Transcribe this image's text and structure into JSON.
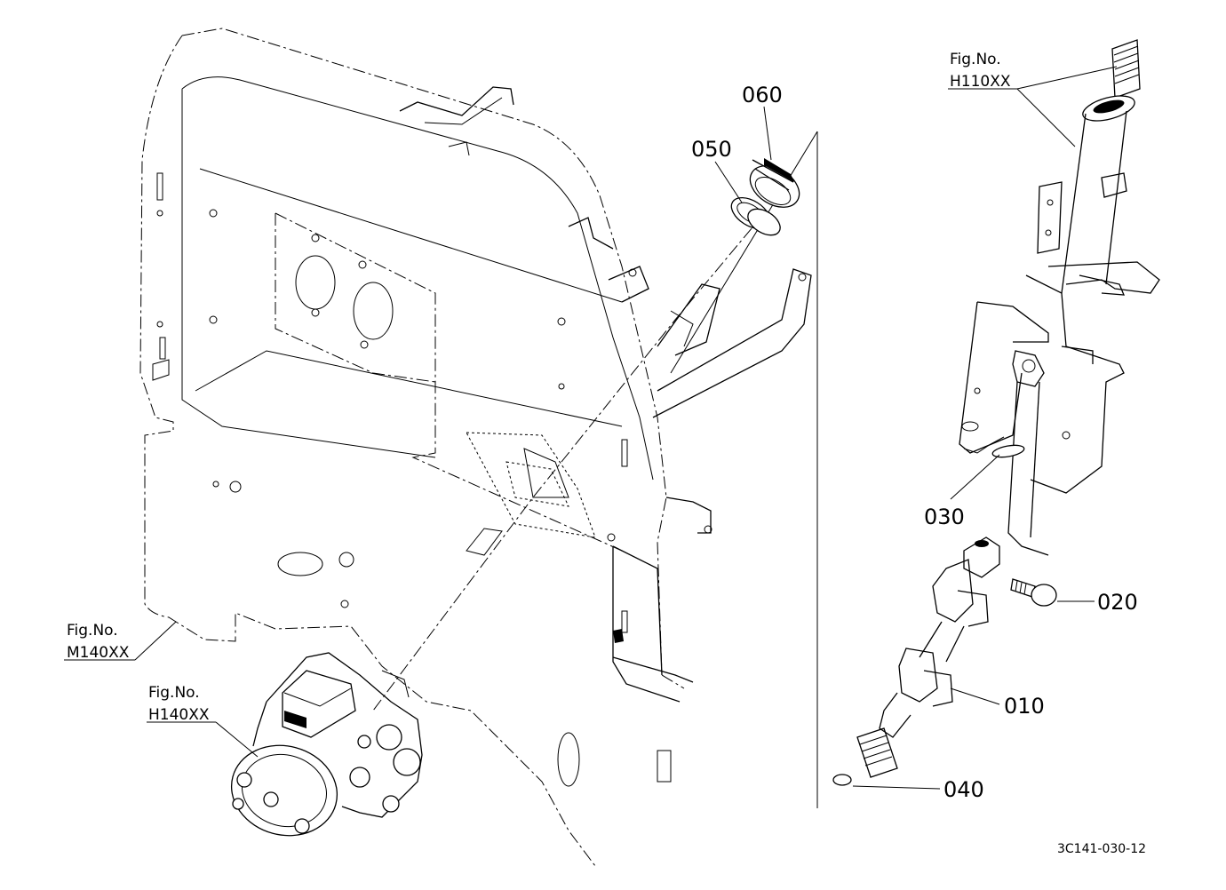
{
  "parts": {
    "p010": "010",
    "p020": "020",
    "p030": "030",
    "p040": "040",
    "p050": "050",
    "p060": "060"
  },
  "references": {
    "m140": {
      "prefix": "Fig.No.",
      "code": "M140XX"
    },
    "h140": {
      "prefix": "Fig.No.",
      "code": "H140XX"
    },
    "h110": {
      "prefix": "Fig.No.",
      "code": "H110XX"
    }
  },
  "drawing_code": "3C141-030-12"
}
